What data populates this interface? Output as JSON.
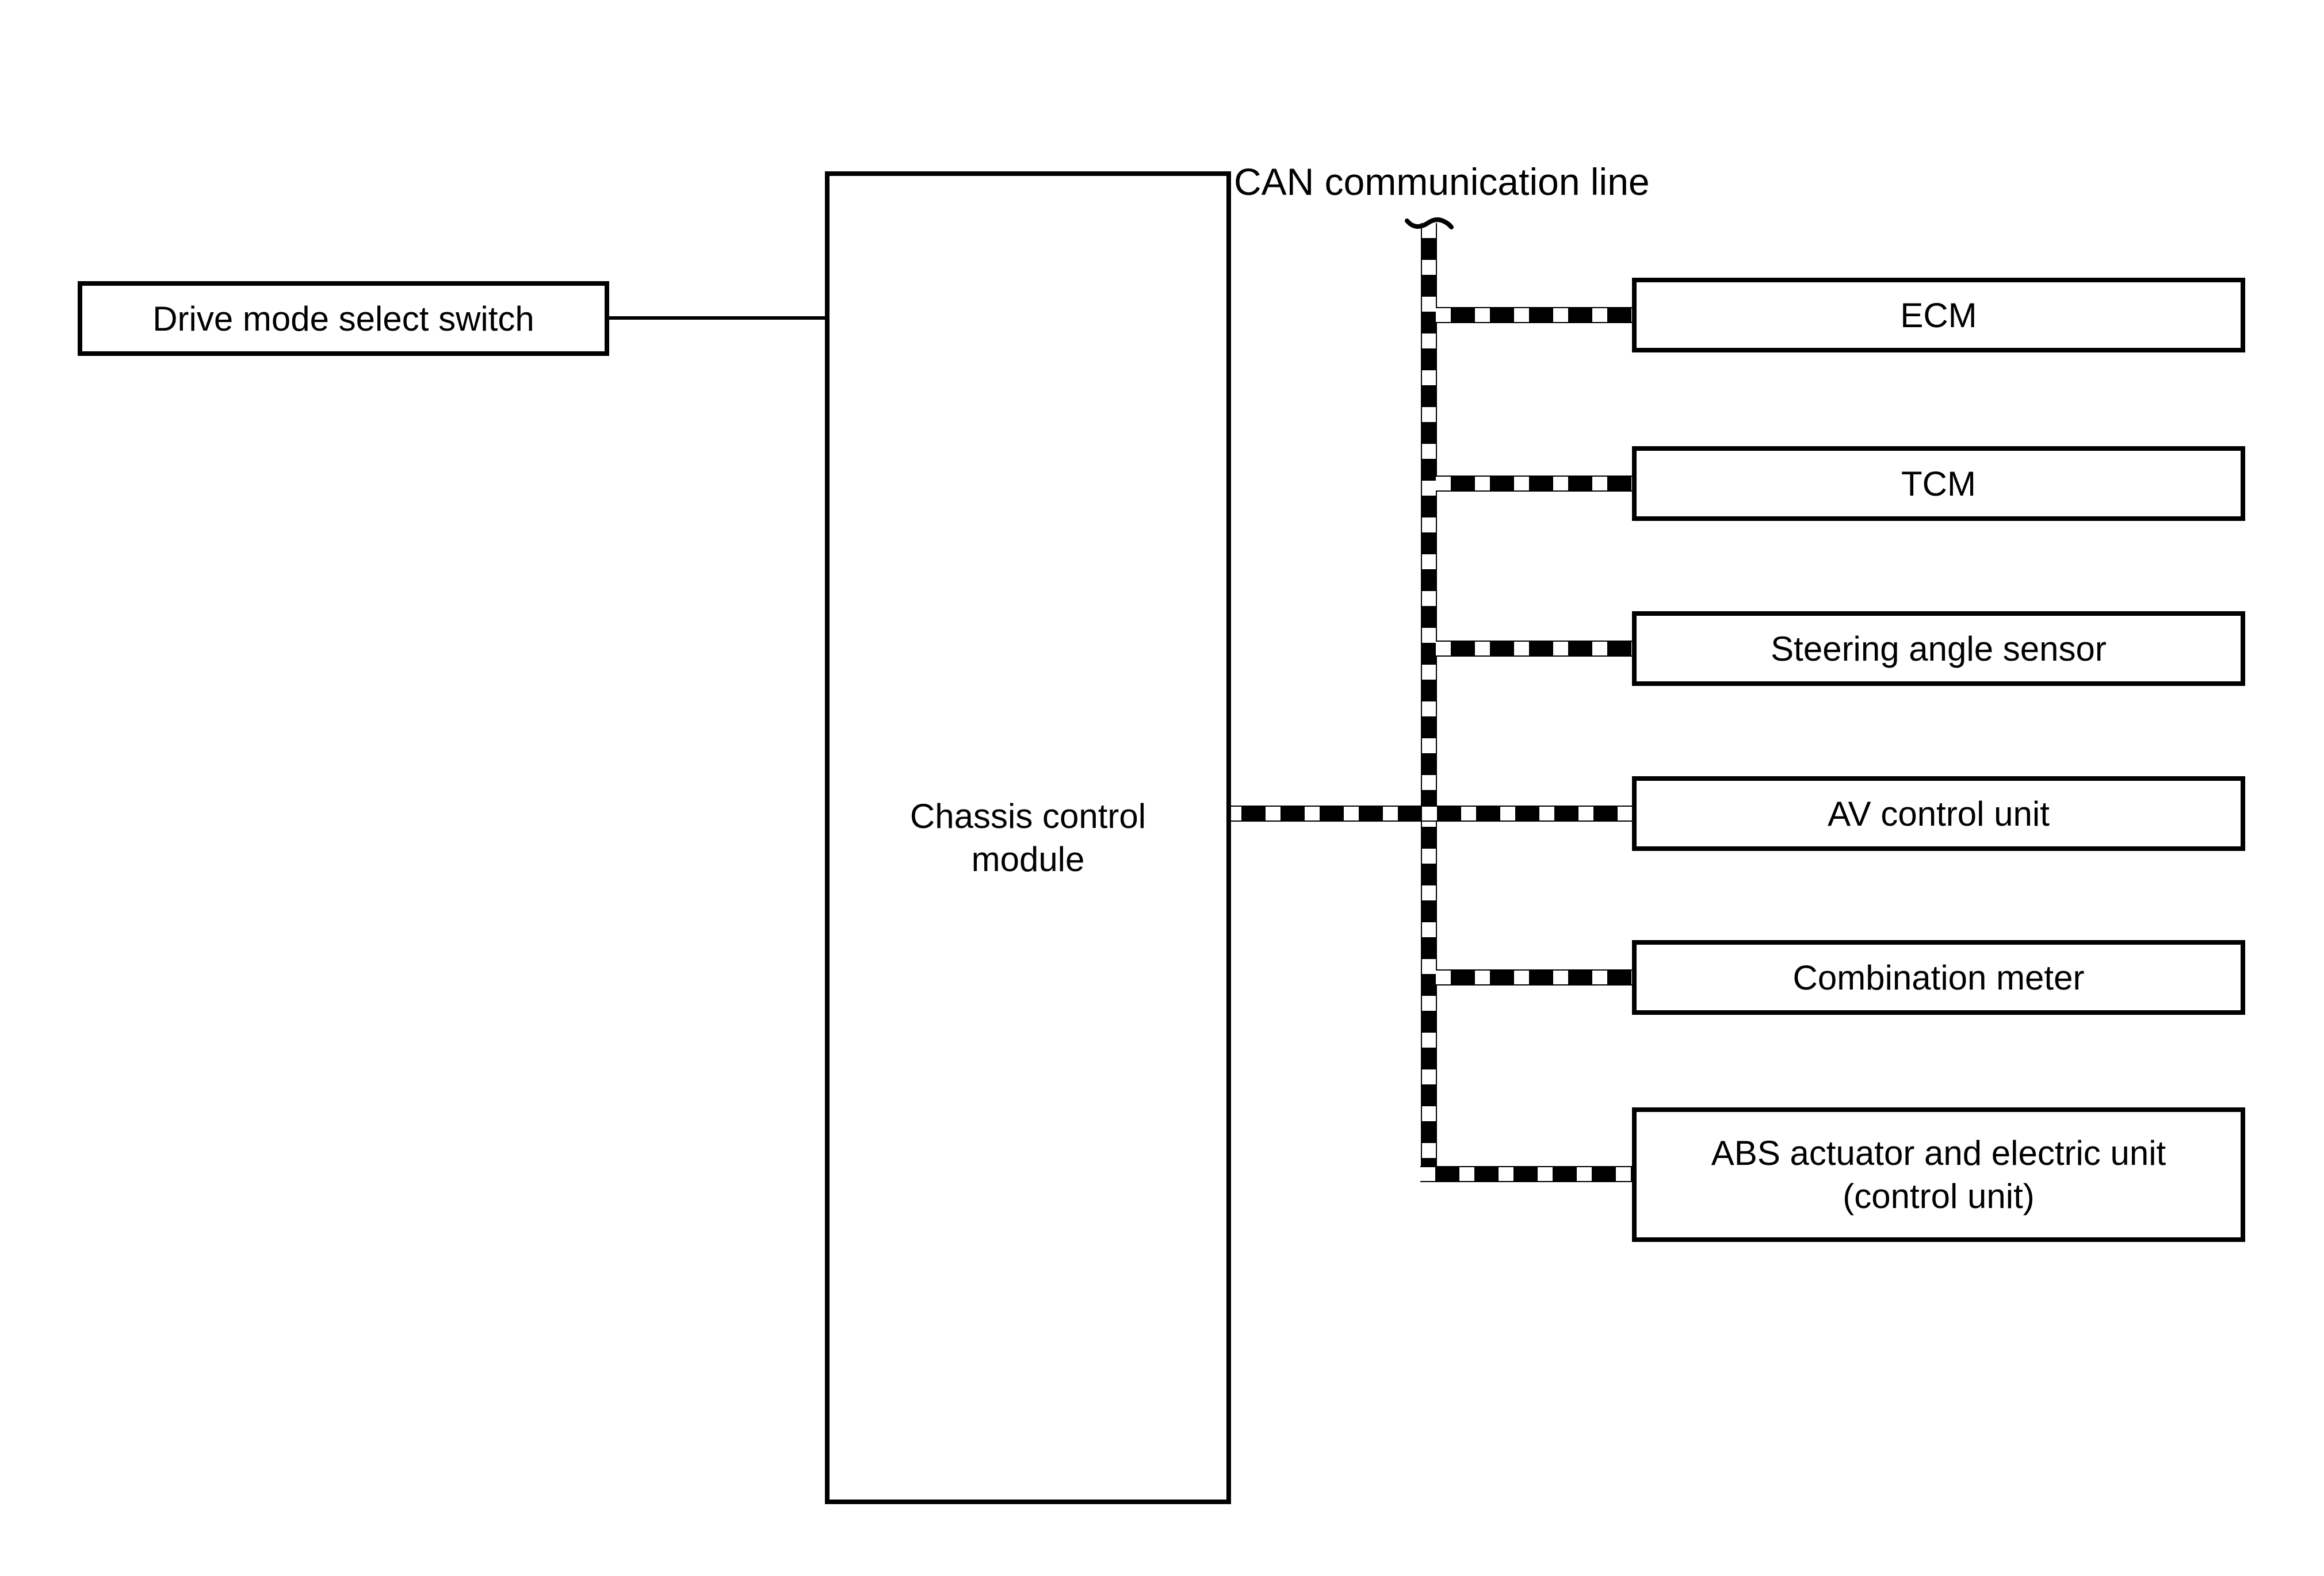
{
  "diagram": {
    "bus_label": "CAN communication line",
    "left_node": {
      "label": "Drive mode select switch"
    },
    "hub_node": {
      "label": "Chassis control\nmodule"
    },
    "right_nodes": [
      {
        "label": "ECM"
      },
      {
        "label": "TCM"
      },
      {
        "label": "Steering angle sensor"
      },
      {
        "label": "AV control unit"
      },
      {
        "label": "Combination meter"
      },
      {
        "label": "ABS actuator and electric unit\n(control unit)"
      }
    ],
    "colors": {
      "line": "#000000",
      "background": "#ffffff",
      "box_fill": "#ffffff"
    }
  }
}
